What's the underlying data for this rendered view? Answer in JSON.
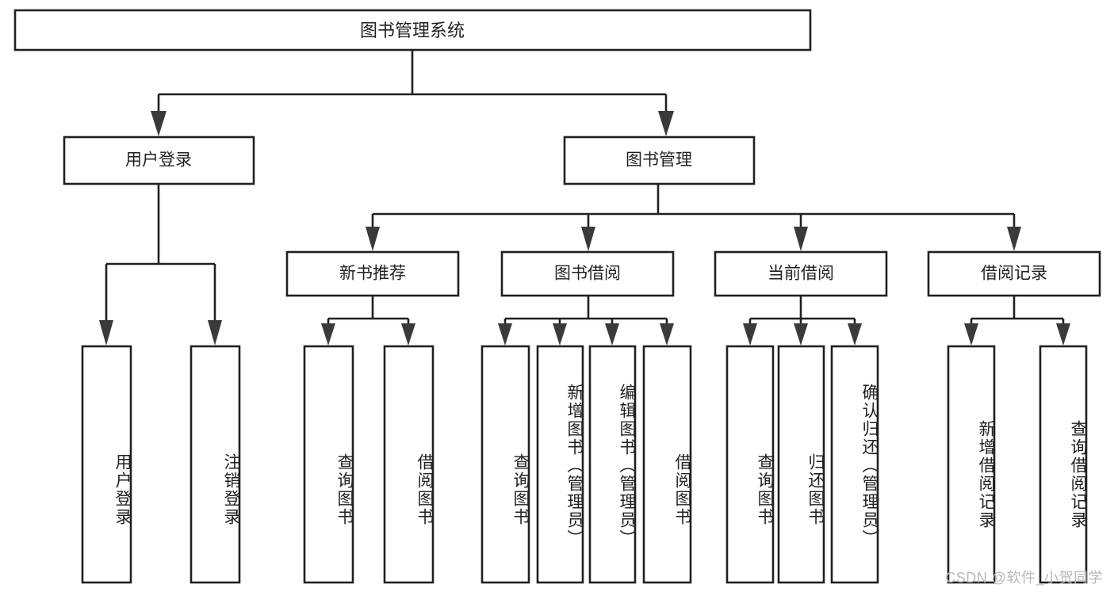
{
  "diagram": {
    "type": "tree",
    "title": "图书管理系统",
    "watermark": "CSDN @软件_小贺同学",
    "colors": {
      "box_stroke": "#231f20",
      "box_fill": "#ffffff",
      "connector": "#231f20",
      "arrow": "#3a3a3a",
      "text": "#231f20",
      "watermark": "#b9b9b9",
      "background": "#ffffff"
    },
    "levels": {
      "level0": "系统",
      "level1": "模块",
      "level2": "子模块",
      "level3": "功能"
    },
    "root": {
      "label": "图书管理系统"
    },
    "level1": [
      {
        "label": "用户登录"
      },
      {
        "label": "图书管理"
      }
    ],
    "level2": [
      {
        "label": "新书推荐",
        "parent": "图书管理"
      },
      {
        "label": "图书借阅",
        "parent": "图书管理"
      },
      {
        "label": "当前借阅",
        "parent": "图书管理"
      },
      {
        "label": "借阅记录",
        "parent": "图书管理"
      }
    ],
    "leaves": {
      "user_login": [
        {
          "label": "用户登录"
        },
        {
          "label": "注销登录"
        }
      ],
      "new_book_recommend": [
        {
          "label": "查询图书"
        },
        {
          "label": "借阅图书"
        }
      ],
      "book_borrow": [
        {
          "label": "查询图书"
        },
        {
          "label": "新增图书（管理员）"
        },
        {
          "label": "编辑图书（管理员）"
        },
        {
          "label": "借阅图书"
        }
      ],
      "current_borrow": [
        {
          "label": "查询图书"
        },
        {
          "label": "归还图书"
        },
        {
          "label": "确认归还（管理员）"
        }
      ],
      "borrow_record": [
        {
          "label": "新增借阅记录"
        },
        {
          "label": "查询借阅记录"
        }
      ]
    }
  }
}
